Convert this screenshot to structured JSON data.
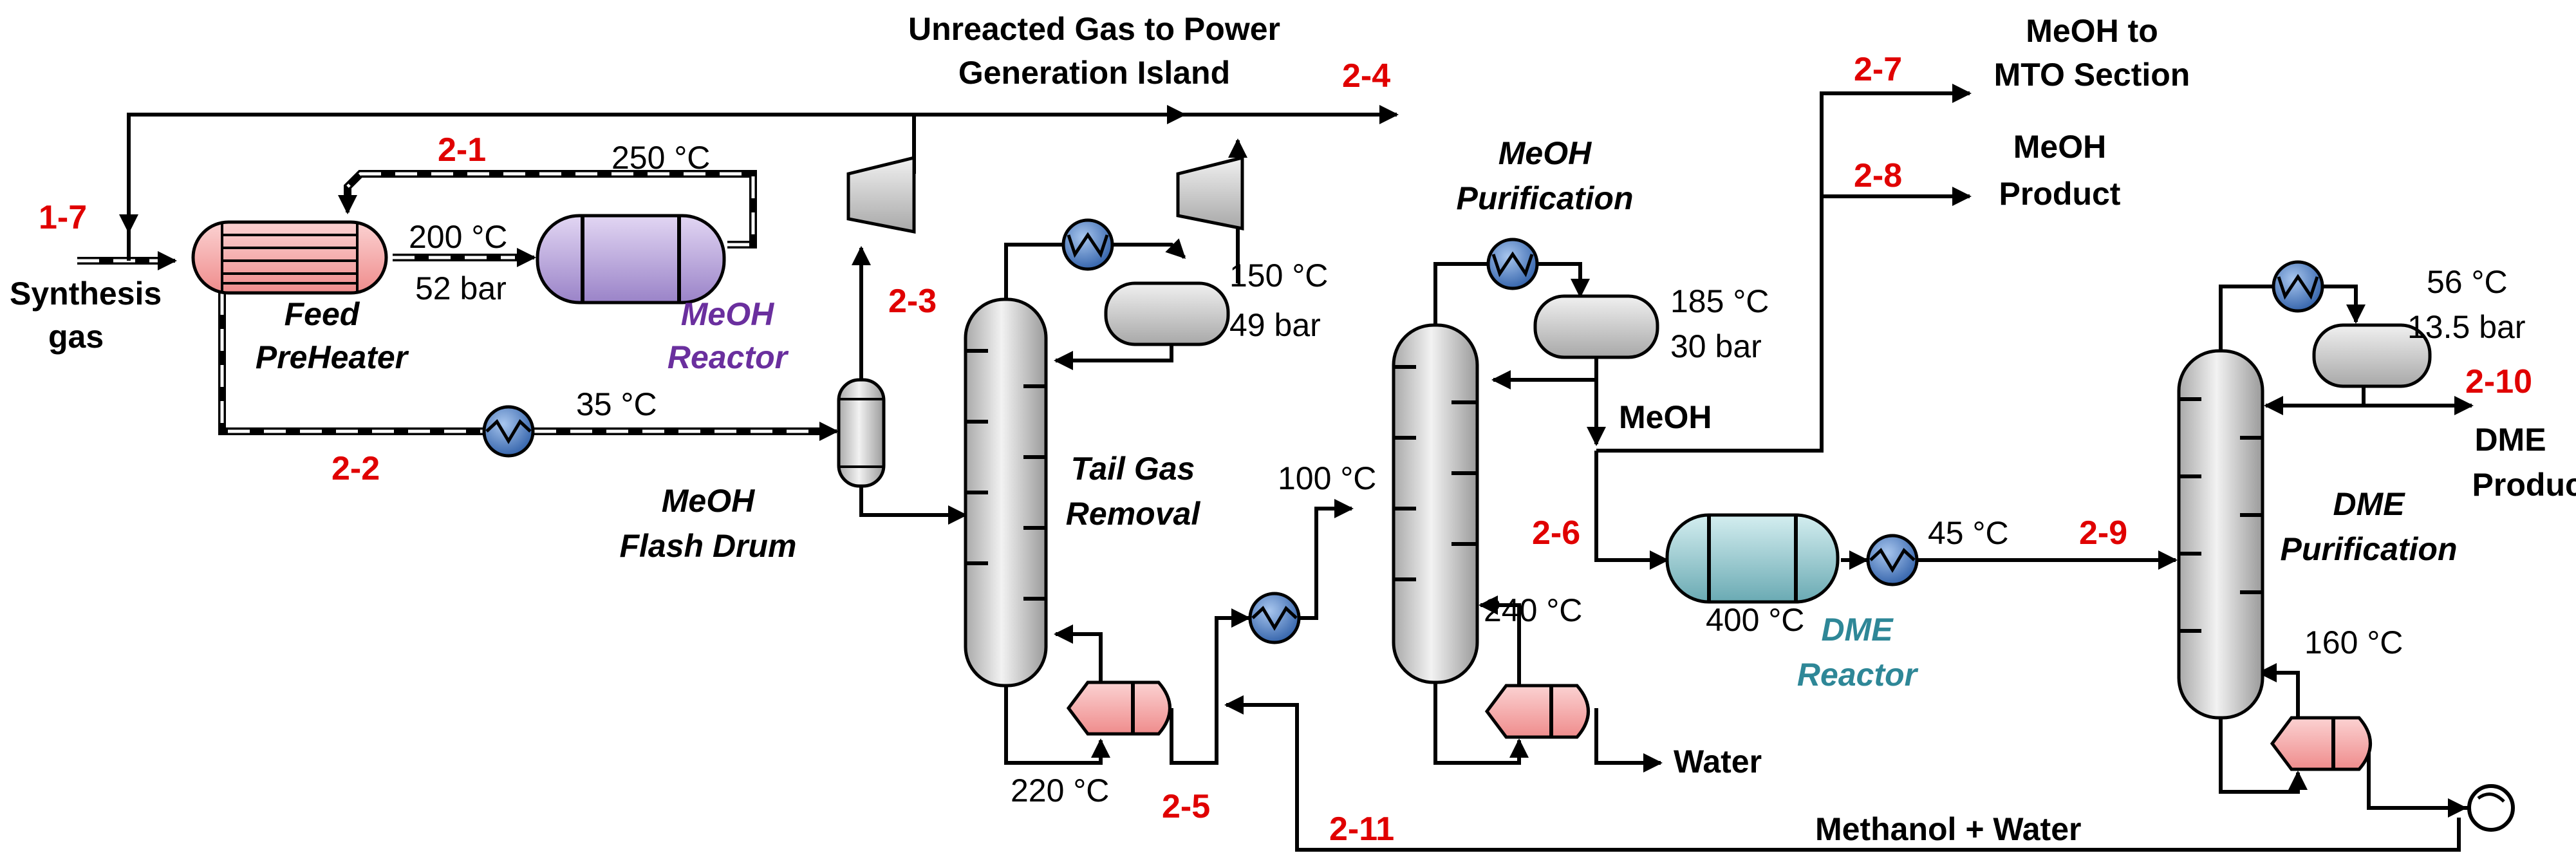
{
  "streams": {
    "s17": "1-7",
    "s21": "2-1",
    "s22": "2-2",
    "s23": "2-3",
    "s24": "2-4",
    "s25": "2-5",
    "s26": "2-6",
    "s27": "2-7",
    "s28": "2-8",
    "s29": "2-9",
    "s210": "2-10",
    "s211": "2-11"
  },
  "labels": {
    "unreacted_1": "Unreacted Gas to Power",
    "unreacted_2": "Generation Island",
    "mto_1": "MeOH to",
    "mto_2": "MTO Section",
    "product_1": "MeOH",
    "product_2": "Product",
    "synthesis_1": "Synthesis",
    "synthesis_2": "gas",
    "feed_1": "Feed",
    "feed_2": "PreHeater",
    "meoh_reactor_1": "MeOH",
    "meoh_reactor_2": "Reactor",
    "flash_1": "MeOH",
    "flash_2": "Flash Drum",
    "tailgas_1": "Tail Gas",
    "tailgas_2": "Removal",
    "purif_1": "MeOH",
    "purif_2": "Purification",
    "meoh_stream": "MeOH",
    "dme_reactor_1": "DME",
    "dme_reactor_2": "Reactor",
    "dme_purif_1": "DME",
    "dme_purif_2": "Purification",
    "dme_product_1": "DME",
    "dme_product_2": "Product",
    "water": "Water",
    "methanol_water": "Methanol + Water"
  },
  "conditions": {
    "t250": "250 °C",
    "t200": "200 °C",
    "p52": "52 bar",
    "t35": "35 °C",
    "t150": "150 °C",
    "p49": "49 bar",
    "t220": "220 °C",
    "t100": "100 °C",
    "t185": "185 °C",
    "p30": "30 bar",
    "t240": "240 °C",
    "t400": "400 °C",
    "t45": "45 °C",
    "t56": "56 °C",
    "p135": "13.5 bar",
    "t160": "160 °C"
  },
  "colors": {
    "stream_label": "#e00000",
    "meoh_reactor": "#6a2f9e",
    "dme_reactor": "#2e8797",
    "column_fill": "#cfcfcf",
    "cooler_fill": "#3d6fb6",
    "reboiler_fill": "#f5a0a0"
  },
  "icons": {
    "cooler": "heat-exchanger-icon",
    "condenser": "condenser-icon",
    "compressor": "compressor-icon",
    "pump": "pump-icon",
    "reboiler": "reboiler-icon"
  }
}
